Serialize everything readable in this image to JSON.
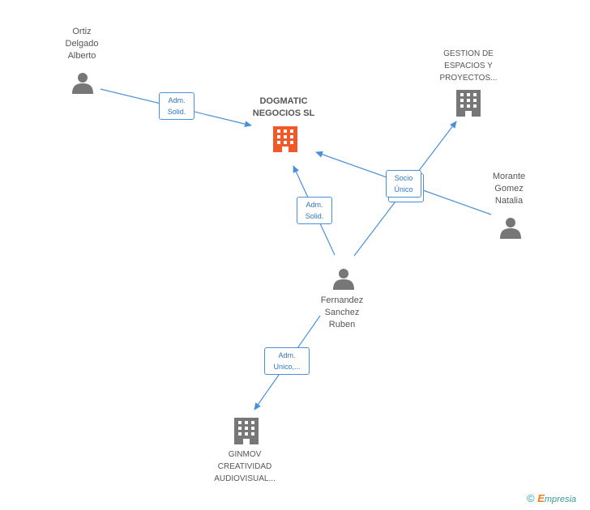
{
  "main_company": {
    "name_line1": "DOGMATIC",
    "name_line2": "NEGOCIOS SL",
    "color": "#f05a2a"
  },
  "persons": {
    "ortiz": {
      "line1": "Ortiz",
      "line2": "Delgado",
      "line3": "Alberto"
    },
    "morante": {
      "line1": "Morante",
      "line2": "Gomez",
      "line3": "Natalia"
    },
    "fernandez": {
      "line1": "Fernandez",
      "line2": "Sanchez",
      "line3": "Ruben"
    }
  },
  "companies": {
    "gestion": {
      "line1": "GESTION DE",
      "line2": "ESPACIOS Y",
      "line3": "PROYECTOS..."
    },
    "ginmov": {
      "line1": "GINMOV",
      "line2": "CREATIVIDAD",
      "line3": "AUDIOVISUAL..."
    }
  },
  "badges": {
    "ortiz_adm": {
      "line1": "Adm.",
      "line2": "Solid."
    },
    "fernandez_adm": {
      "line1": "Adm.",
      "line2": "Solid."
    },
    "socio": {
      "line1": "Socio",
      "line2": "Único"
    },
    "ginmov_adm": {
      "line1": "Adm.",
      "line2": "Unico,..."
    }
  },
  "footer": {
    "copyright": "©",
    "brand_initial": "E",
    "brand_rest": "mpresia"
  },
  "colors": {
    "edge": "#4a90d9",
    "node_gray": "#777777",
    "accent": "#f05a2a"
  }
}
